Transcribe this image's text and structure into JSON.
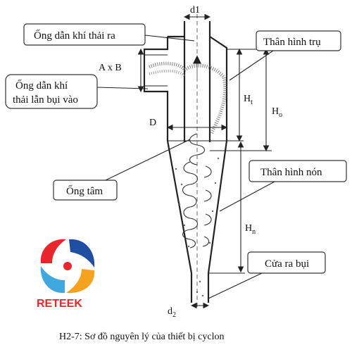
{
  "callouts": {
    "outlet_pipe": "Ống dẫn khí thải ra",
    "inlet_pipe_line1": "Ống dẫn khí",
    "inlet_pipe_line2": "thải lẫn bụi vào",
    "center_tube": "Ống tâm",
    "cylinder_body": "Thân hình trụ",
    "cone_body": "Thân hình nón",
    "dust_outlet": "Cửa ra bụi"
  },
  "dimensions": {
    "d1": "d1",
    "inlet_size": "A x B",
    "D": "D",
    "Ht_main": "H",
    "Ht_sub": "t",
    "Ho_main": "H",
    "Ho_sub": "o",
    "Hn_main": "H",
    "Hn_sub": "n",
    "d2_main": "d",
    "d2_sub": "2"
  },
  "logo": {
    "text": "RETEEK",
    "colors": [
      "#e8262b",
      "#1f4fa3",
      "#f6a21c",
      "#3fa9df",
      "#e8262b"
    ]
  },
  "caption": "H2-7: Sơ đồ nguyên lý của thiết bị cyclon"
}
